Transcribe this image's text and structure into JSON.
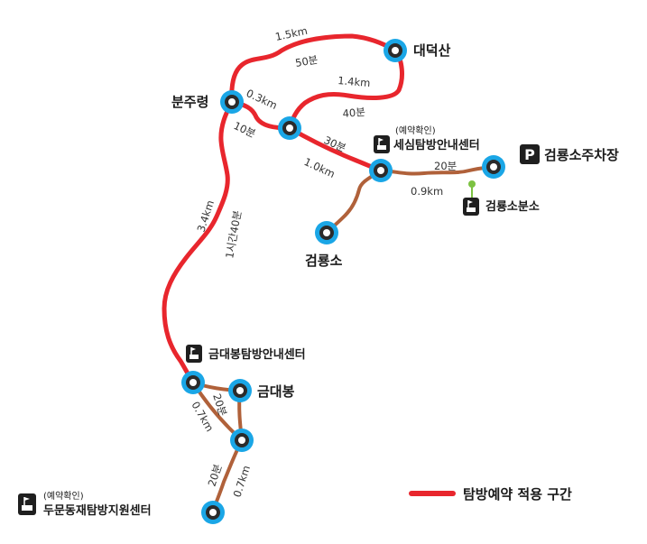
{
  "colors": {
    "reservation_route": "#e8262d",
    "normal_route": "#b0613a",
    "node_ring": "#1aa6e6",
    "node_core": "#2b2b2b",
    "icon_bg": "#1f1f1f",
    "info_stub": "#7cc242"
  },
  "places": {
    "daedeoksan": "대덕산",
    "bunjuryeong": "분주령",
    "geomryongso": "검룡소",
    "parking": "검룡소주차장",
    "branch_office": "검룡소분소",
    "sesim_center": "세심탐방안내센터",
    "sesim_note": "(예약확인)",
    "geumdaebong": "금대봉",
    "geumdaebong_center": "금대봉탐방안내센터",
    "dumun_center": "두문동재탐방지원센터",
    "dumun_note": "(예약확인)"
  },
  "segments": {
    "top_dist": "1.5km",
    "top_time": "50분",
    "mid_dist": "1.4km",
    "mid_time": "40분",
    "short_dist": "0.3km",
    "short_time": "10분",
    "sesim_time": "30분",
    "sesim_dist": "1.0km",
    "parking_time": "20분",
    "parking_dist": "0.9km",
    "long_dist": "3.4km",
    "long_time": "1시간40분",
    "gd_time": "20분",
    "gd_dist": "0.7km",
    "dm_time": "20분",
    "dm_dist": "0.7km"
  },
  "icons": {
    "parking_letter": "P",
    "office": "office-icon"
  },
  "legend": {
    "label": "탐방예약 적용 구간"
  }
}
